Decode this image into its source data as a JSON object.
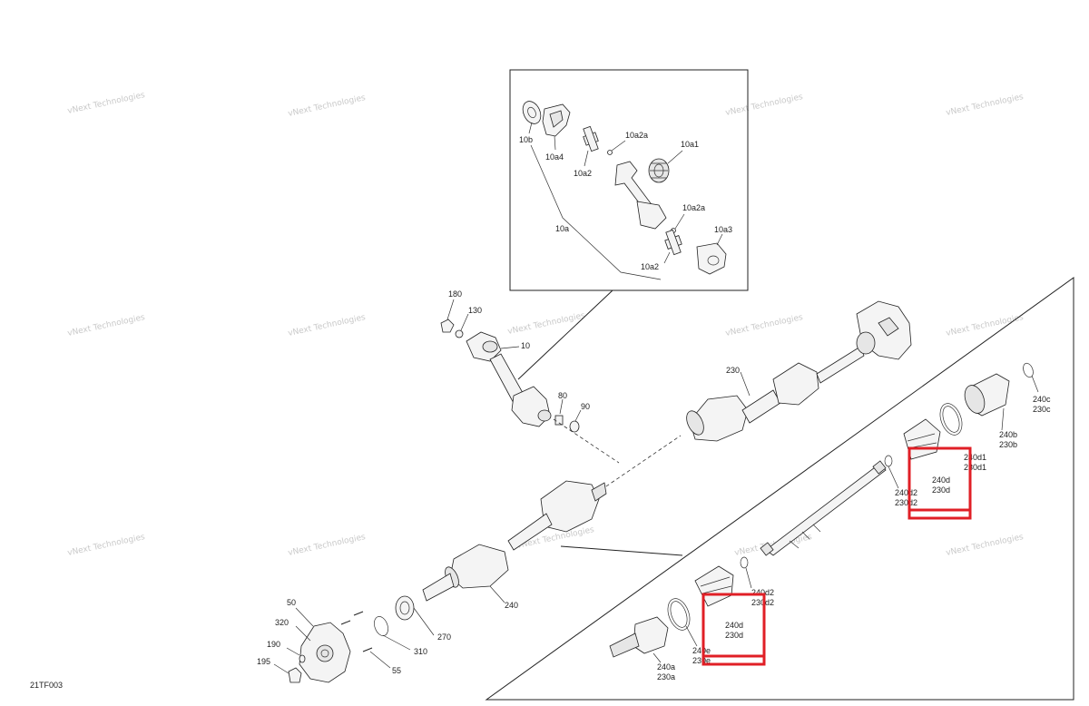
{
  "figure_code": "21TF003",
  "watermark": {
    "line1": "vNext",
    "line2": "Technologies",
    "full": "vNext Technologies"
  },
  "labels": {
    "l10b": "10b",
    "l10a4": "10a4",
    "l10a2_top": "10a2",
    "l10a2a_top": "10a2a",
    "l10a1": "10a1",
    "l10a": "10a",
    "l10a2a_bot": "10a2a",
    "l10a3": "10a3",
    "l10a2_bot": "10a2",
    "l180": "180",
    "l130": "130",
    "l10": "10",
    "l80": "80",
    "l90": "90",
    "l230": "230",
    "l240": "240",
    "l50": "50",
    "l320": "320",
    "l190": "190",
    "l195": "195",
    "l55": "55",
    "l310": "310",
    "l270": "270",
    "l240c": "240c",
    "l230c": "230c",
    "l240b": "240b",
    "l230b": "230b",
    "l240d1": "240d1",
    "l230d1": "230d1",
    "l240d_up": "240d",
    "l230d_up": "230d",
    "l240d2_up": "240d2",
    "l230d2_up": "230d2",
    "l240d2_lo": "240d2",
    "l230d2_lo": "230d2",
    "l240d_lo": "240d",
    "l230d_lo": "230d",
    "l240e": "240e",
    "l230e": "230e",
    "l240a": "240a",
    "l230a": "230a"
  }
}
